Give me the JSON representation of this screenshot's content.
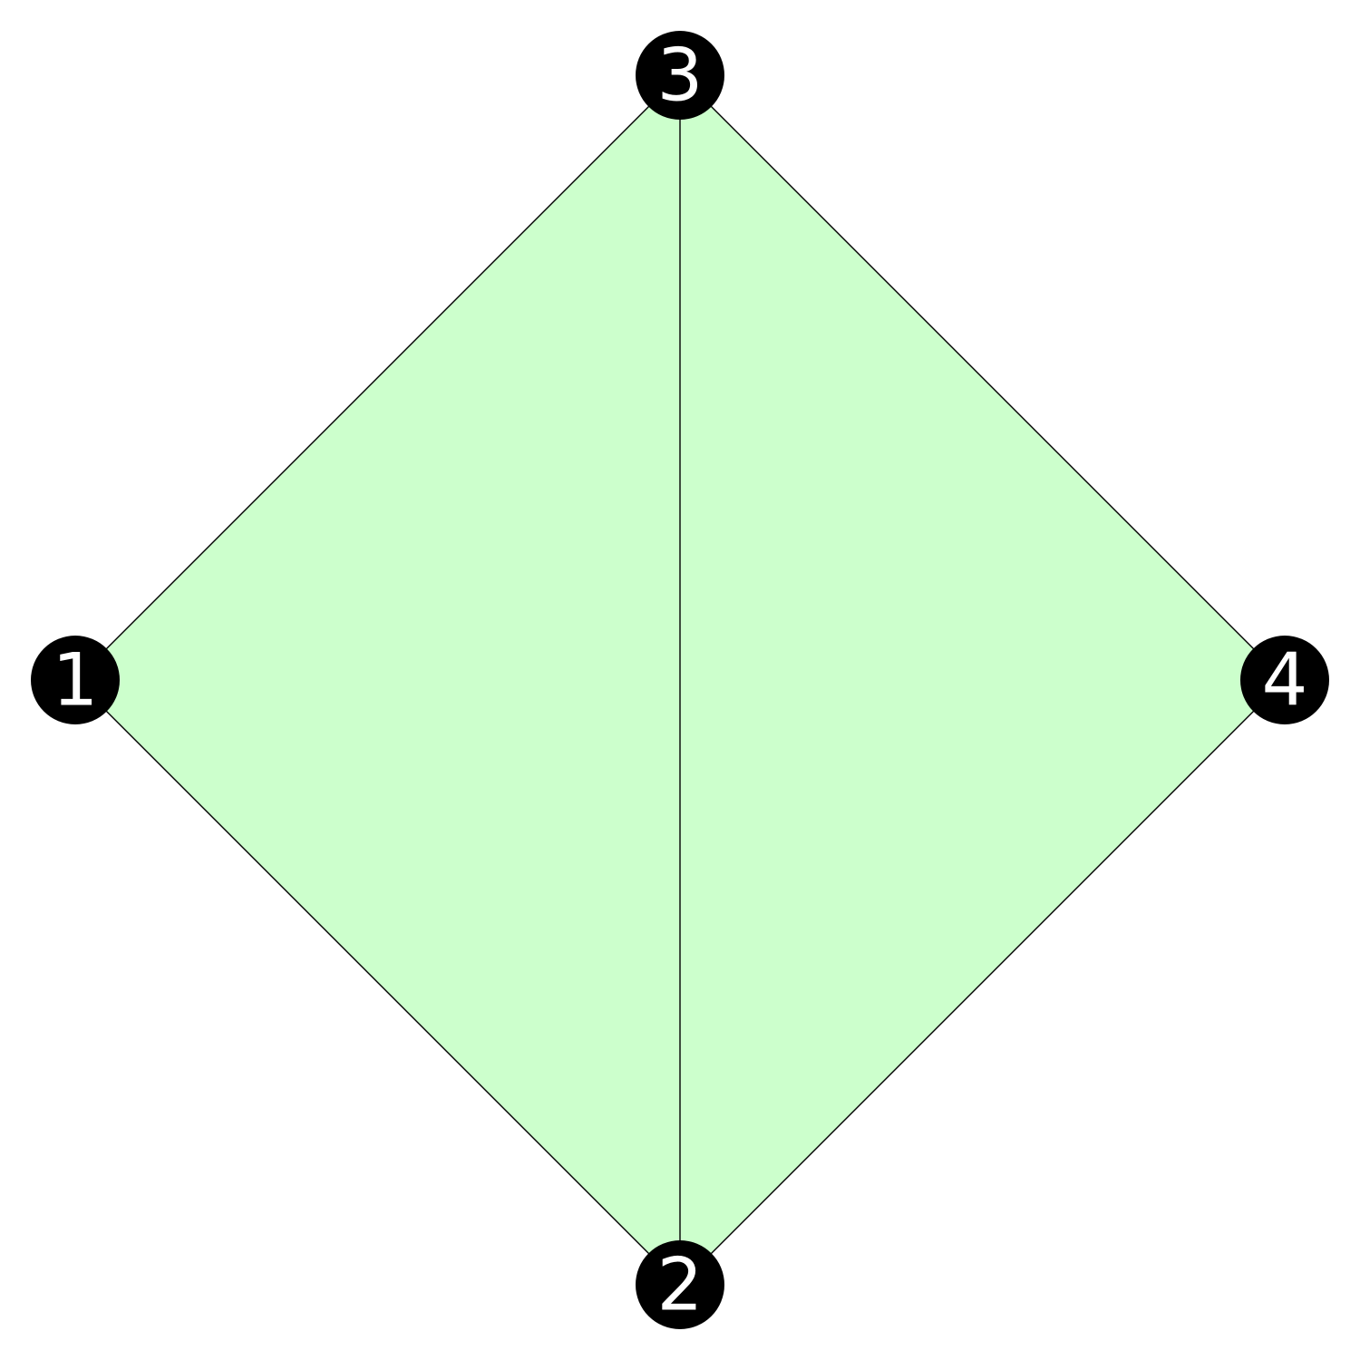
{
  "diagram": {
    "colors": {
      "face_fill": "#ccffcc",
      "edge": "#000000",
      "node_fill": "#000000",
      "node_label": "#ffffff"
    },
    "nodes": [
      {
        "id": "1",
        "label": "1"
      },
      {
        "id": "2",
        "label": "2"
      },
      {
        "id": "3",
        "label": "3"
      },
      {
        "id": "4",
        "label": "4"
      }
    ],
    "edges": [
      {
        "from": "1",
        "to": "3"
      },
      {
        "from": "3",
        "to": "4"
      },
      {
        "from": "4",
        "to": "2"
      },
      {
        "from": "2",
        "to": "1"
      },
      {
        "from": "3",
        "to": "2"
      }
    ],
    "faces": [
      {
        "nodes": [
          "1",
          "3",
          "2"
        ]
      },
      {
        "nodes": [
          "3",
          "4",
          "2"
        ]
      }
    ]
  }
}
